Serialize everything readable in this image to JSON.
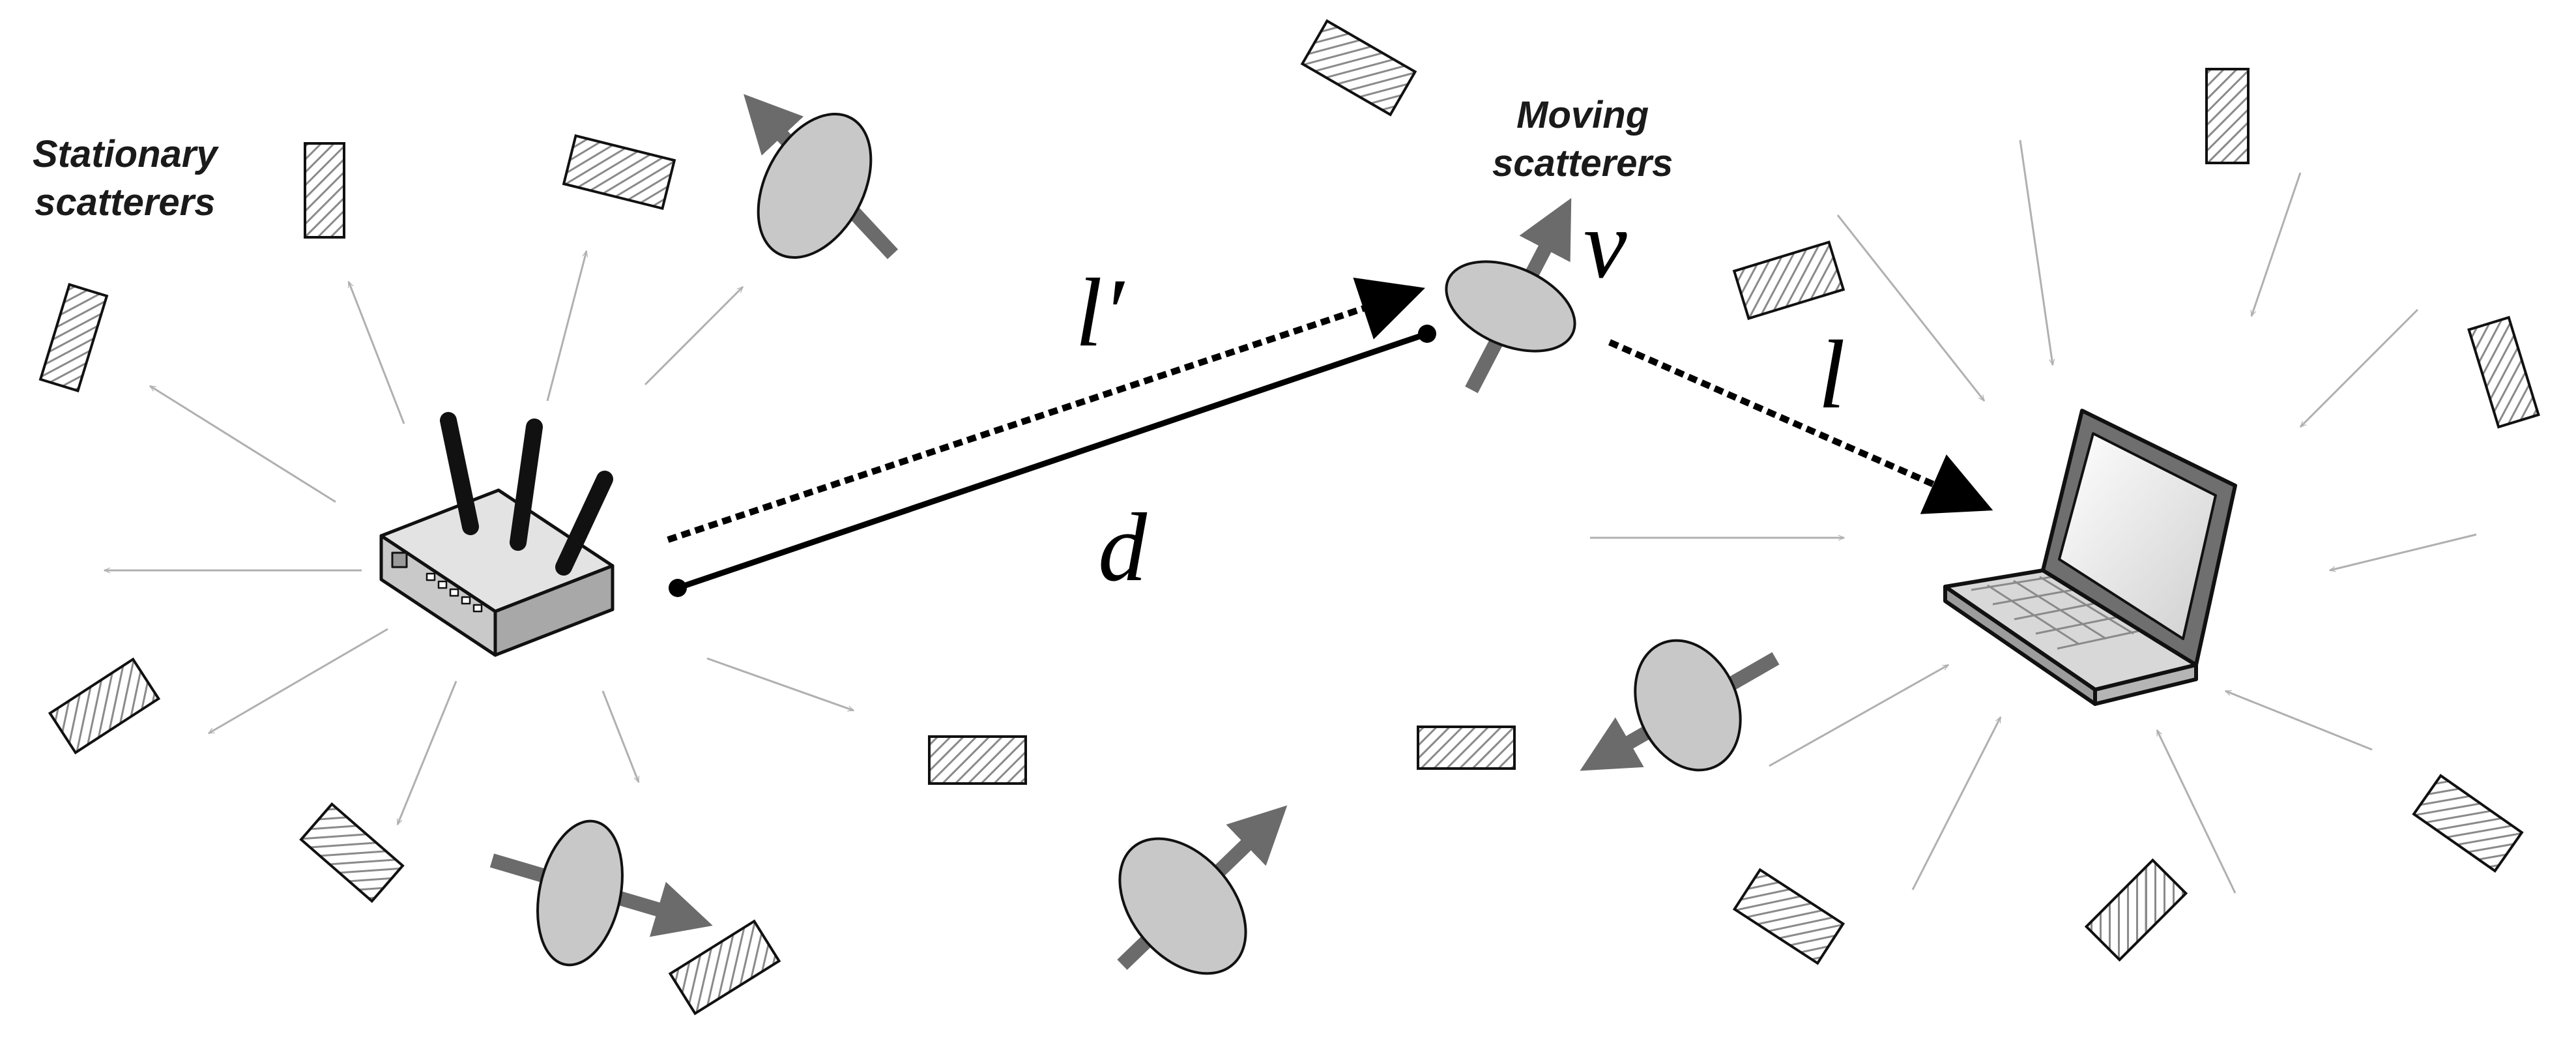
{
  "labels": {
    "stationary": [
      "Stationary",
      "scatterers"
    ],
    "moving": [
      "Moving",
      "scatterers"
    ],
    "reflected_path_first": "l′",
    "reflected_path_second": "l",
    "direct_path": "d",
    "velocity": "v"
  },
  "nodes": {
    "transmitter": "wifi-router",
    "receiver": "laptop"
  },
  "icons": {
    "stationary_scatterer": "hatched-rectangle",
    "moving_scatterer": "ellipse-with-arrow"
  },
  "colors": {
    "path": "#000000",
    "propagation_arrow": "#aaaaaa",
    "motion_arrow": "#6b6b6b",
    "scatterer_fill": "#c8c8c8",
    "hatch": "#888888"
  }
}
